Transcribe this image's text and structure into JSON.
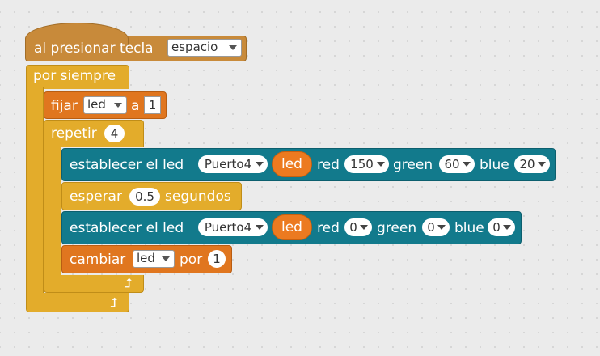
{
  "hat_block": {
    "label": "al presionar tecla",
    "key_value": "espacio"
  },
  "forever_block": {
    "label": "por siempre"
  },
  "set_var_block": {
    "label": "fijar",
    "variable": "led",
    "to_label": "a",
    "value": "1"
  },
  "repeat_block": {
    "label": "repetir",
    "count": "4"
  },
  "set_led_block_1": {
    "label": "establecer el led",
    "port": "Puerto4",
    "led_reporter": "led",
    "red_label": "red",
    "red_value": "150",
    "green_label": "green",
    "green_value": "60",
    "blue_label": "blue",
    "blue_value": "20"
  },
  "wait_block": {
    "label": "esperar",
    "seconds": "0.5",
    "unit_label": "segundos"
  },
  "set_led_block_2": {
    "label": "establecer el led",
    "port": "Puerto4",
    "led_reporter": "led",
    "red_label": "red",
    "red_value": "0",
    "green_label": "green",
    "green_value": "0",
    "blue_label": "blue",
    "blue_value": "0"
  },
  "change_var_block": {
    "label": "cambiar",
    "variable": "led",
    "by_label": "por",
    "value": "1"
  },
  "colors": {
    "hat": "#c88a3a",
    "control": "#e3ac2b",
    "data": "#e0761f",
    "robot": "#127a8c",
    "background": "#ebebeb"
  },
  "icons": [
    "repeat-arrow-icon",
    "dropdown-caret-icon"
  ]
}
